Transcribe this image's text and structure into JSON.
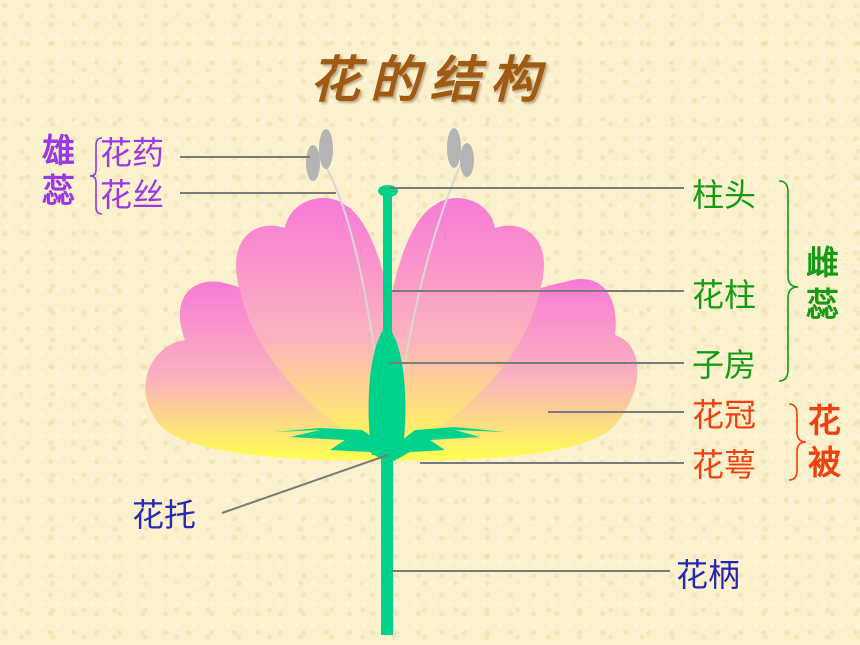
{
  "title": "花的结构",
  "labels": {
    "anther": "花药",
    "filament": "花丝",
    "stamen_group": [
      "雄",
      "蕊"
    ],
    "stigma": "柱头",
    "style": "花柱",
    "ovary": "子房",
    "pistil_group": [
      "雌",
      "蕊"
    ],
    "corolla": "花冠",
    "calyx": "花萼",
    "perianth_group": [
      "花",
      "被"
    ],
    "receptacle": "花托",
    "pedicel": "花柄"
  },
  "colors": {
    "stamen_labels": "#9a38e6",
    "pistil_labels": "#149a14",
    "perianth_labels": "#f04010",
    "base_labels": "#2828b4",
    "title": "#a05a14",
    "stem": "#00d28c",
    "petal_top": "#f87ad8",
    "petal_bottom": "#ffff50",
    "anther": "#b4b4b4"
  }
}
